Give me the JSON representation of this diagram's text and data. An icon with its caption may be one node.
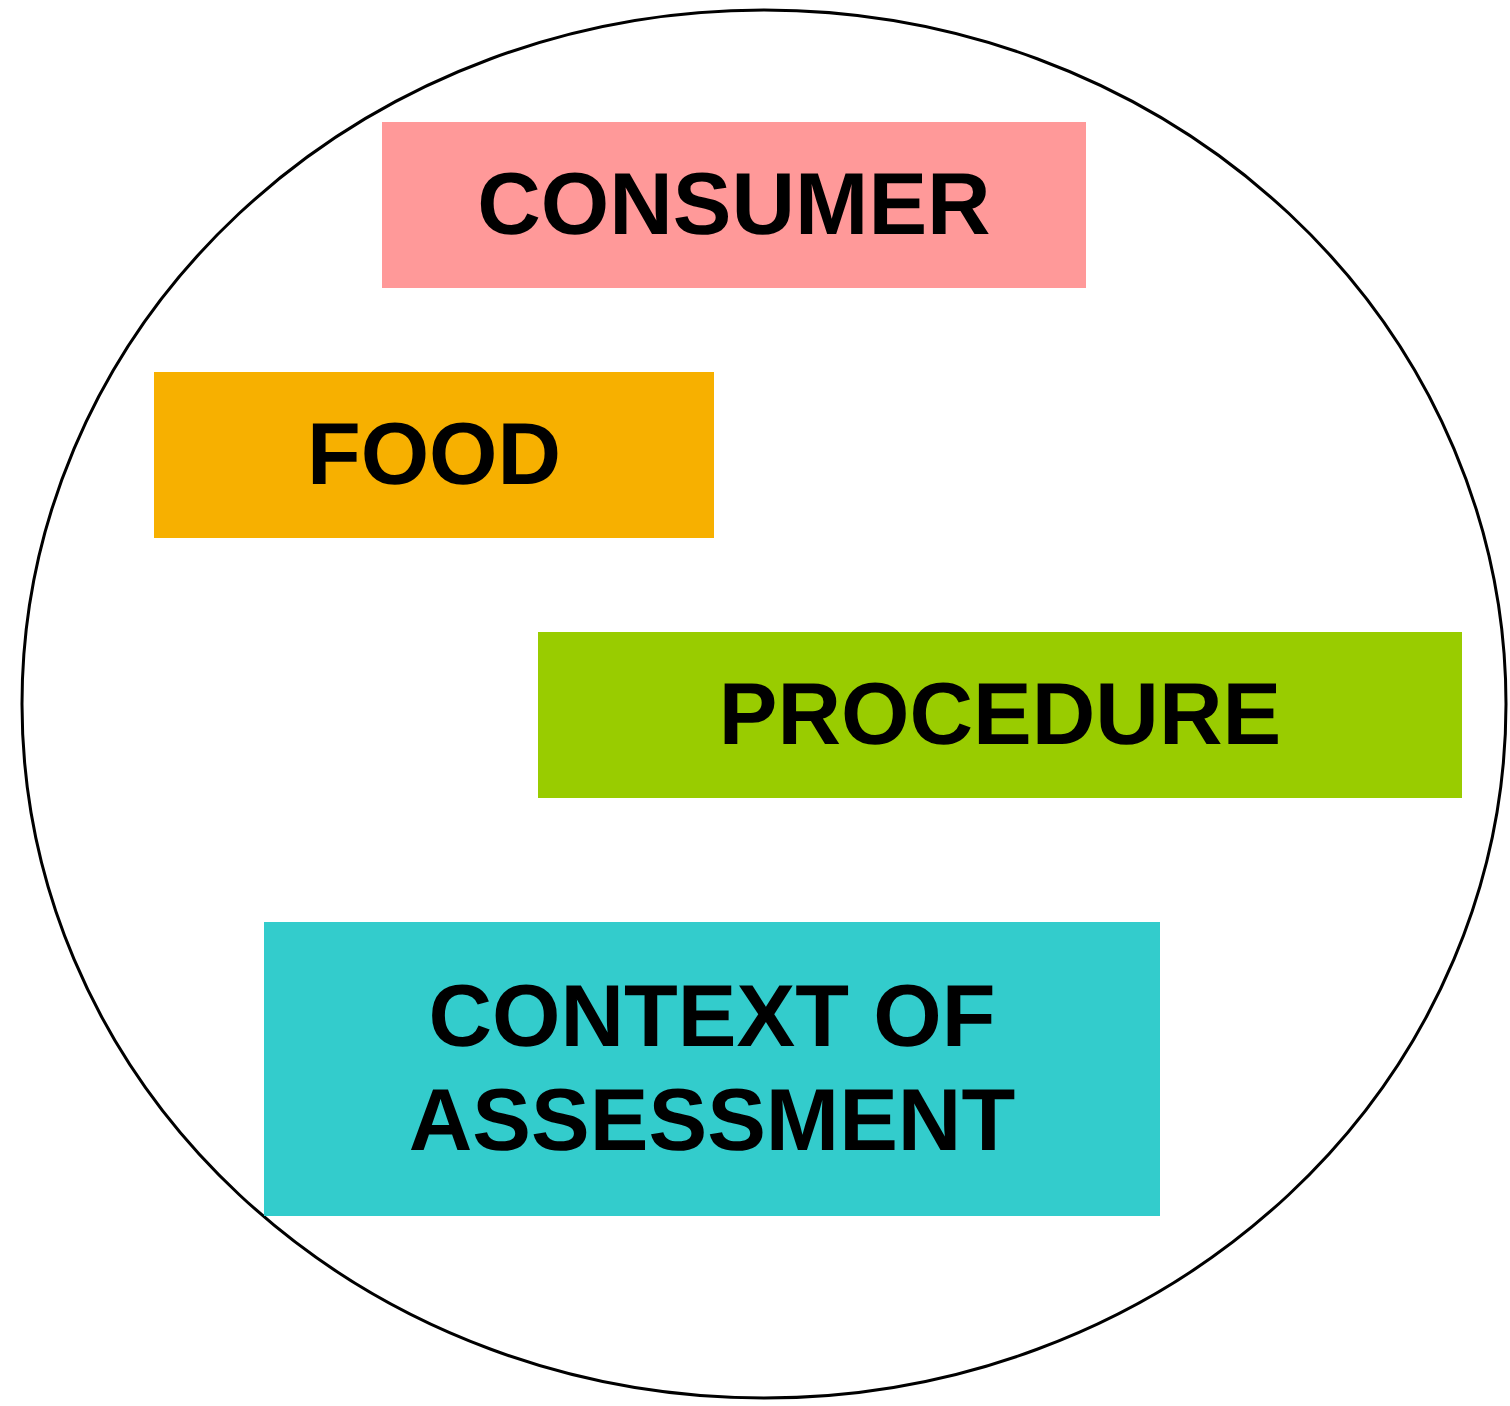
{
  "diagram": {
    "nodes": [
      {
        "text": [],
        "shape": "circle"
      },
      {
        "text": [
          "CONSUMER"
        ],
        "in": 0
      },
      {
        "text": [
          "FOOD"
        ],
        "in": 0
      },
      {
        "text": [
          "PROCEDURE"
        ],
        "in": 0
      },
      {
        "text": [
          "CONTEXT OF ASSESSMENT"
        ],
        "in": 0
      }
    ]
  }
}
